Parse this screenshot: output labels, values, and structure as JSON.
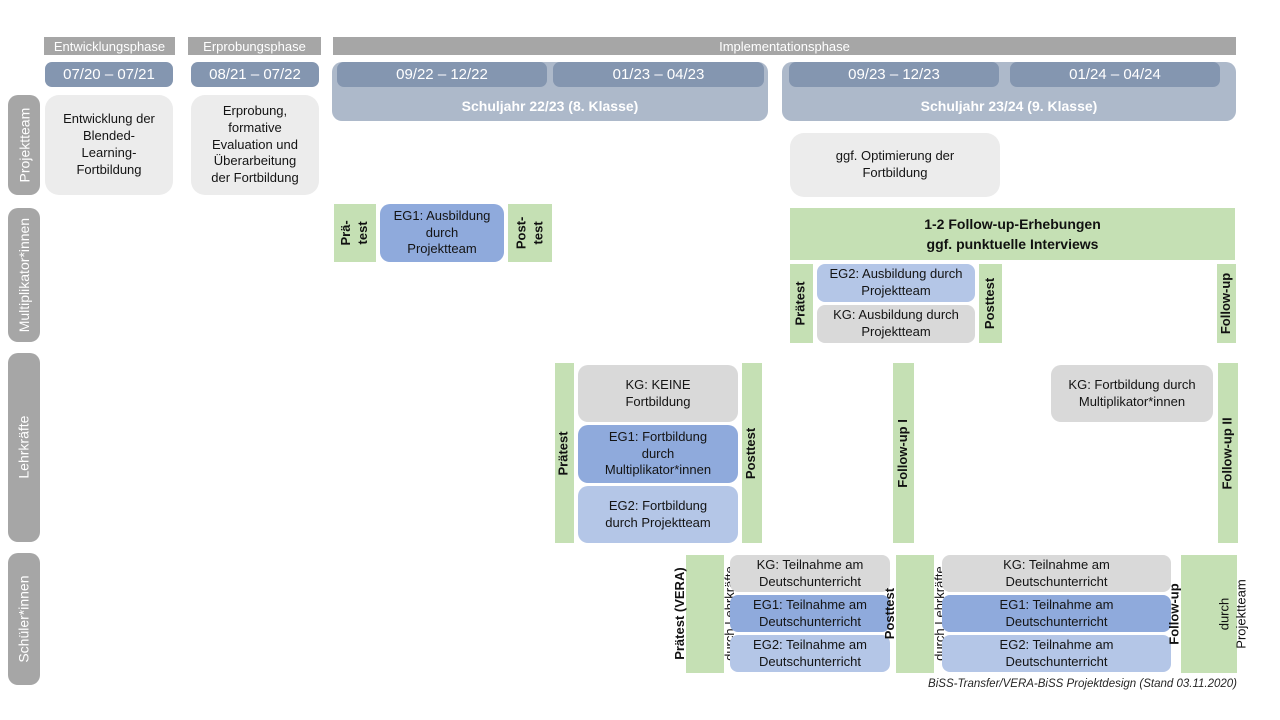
{
  "footer": "BiSS-Transfer/VERA-BiSS Projektdesign (Stand 03.11.2020)",
  "colors": {
    "phase_header_gray": "#a6a6a6",
    "row_label_gray": "#a6a6a6",
    "period_blue_gray": "#8496b0",
    "school_year_band": "#adb9ca",
    "project_box_gray": "#ececec",
    "kg_gray": "#d9d9d9",
    "eg1_blue": "#8faadc",
    "eg2_blue": "#b4c6e7",
    "test_green": "#c5e0b4"
  },
  "phases": [
    {
      "label": "Entwicklungsphase"
    },
    {
      "label": "Erprobungsphase"
    },
    {
      "label": "Implementationsphase"
    }
  ],
  "periods": [
    {
      "label": "07/20 – 07/21"
    },
    {
      "label": "08/21 – 07/22"
    },
    {
      "label": "09/22 – 12/22"
    },
    {
      "label": "01/23 – 04/23"
    },
    {
      "label": "09/23 – 12/23"
    },
    {
      "label": "01/24 – 04/24"
    }
  ],
  "school_years": [
    {
      "label": "Schuljahr 22/23 (8. Klasse)"
    },
    {
      "label": "Schuljahr 23/24 (9. Klasse)"
    }
  ],
  "rows": [
    {
      "label": "Projektteam"
    },
    {
      "label": "Multiplikator*innen"
    },
    {
      "label": "Lehrkräfte"
    },
    {
      "label": "Schüler*innen"
    }
  ],
  "projektteam": {
    "entwicklung": "Entwicklung der\nBlended-\nLearning-\nFortbildung",
    "erprobung": "Erprobung,\nformative\nEvaluation und\nÜberarbeitung\nder Fortbildung",
    "optimierung": "ggf. Optimierung der\nFortbildung"
  },
  "multiplikatoren": {
    "praetest_1": "Prä-\ntest",
    "eg1": "EG1: Ausbildung\ndurch\nProjektteam",
    "posttest_1": "Post-\ntest",
    "banner": "1-2 Follow-up-Erhebungen\nggf. punktuelle Interviews",
    "praetest_2": "Prätest",
    "eg2": "EG2: Ausbildung durch\nProjektteam",
    "kg": "KG: Ausbildung durch\nProjektteam",
    "posttest_2": "Posttest",
    "followup": "Follow-up"
  },
  "lehrkraefte": {
    "praetest": "Prätest",
    "kg_keine": "KG: KEINE\nFortbildung",
    "eg1": "EG1: Fortbildung\ndurch\nMultiplikator*innen",
    "eg2": "EG2: Fortbildung\ndurch Projektteam",
    "posttest": "Posttest",
    "followup_1": "Follow-up I",
    "kg_fortbildung": "KG: Fortbildung durch\nMultiplikator*innen",
    "followup_2": "Follow-up II"
  },
  "schueler": {
    "praetest_bold": "Prätest (VERA)",
    "praetest_sub": "durch Lehrkräfte",
    "kg_1": "KG: Teilnahme am\nDeutschunterricht",
    "eg1_1": "EG1: Teilnahme am\nDeutschunterricht",
    "eg2_1": "EG2: Teilnahme am\nDeutschunterricht",
    "posttest_bold": "Posttest",
    "posttest_sub": "durch Lehrkräfte",
    "kg_2": "KG: Teilnahme am\nDeutschunterricht",
    "eg1_2": "EG1: Teilnahme am\nDeutschunterricht",
    "eg2_2": "EG2: Teilnahme am\nDeutschunterricht",
    "followup_bold": "Follow-up",
    "followup_sub": "durch\nProjektteam"
  }
}
